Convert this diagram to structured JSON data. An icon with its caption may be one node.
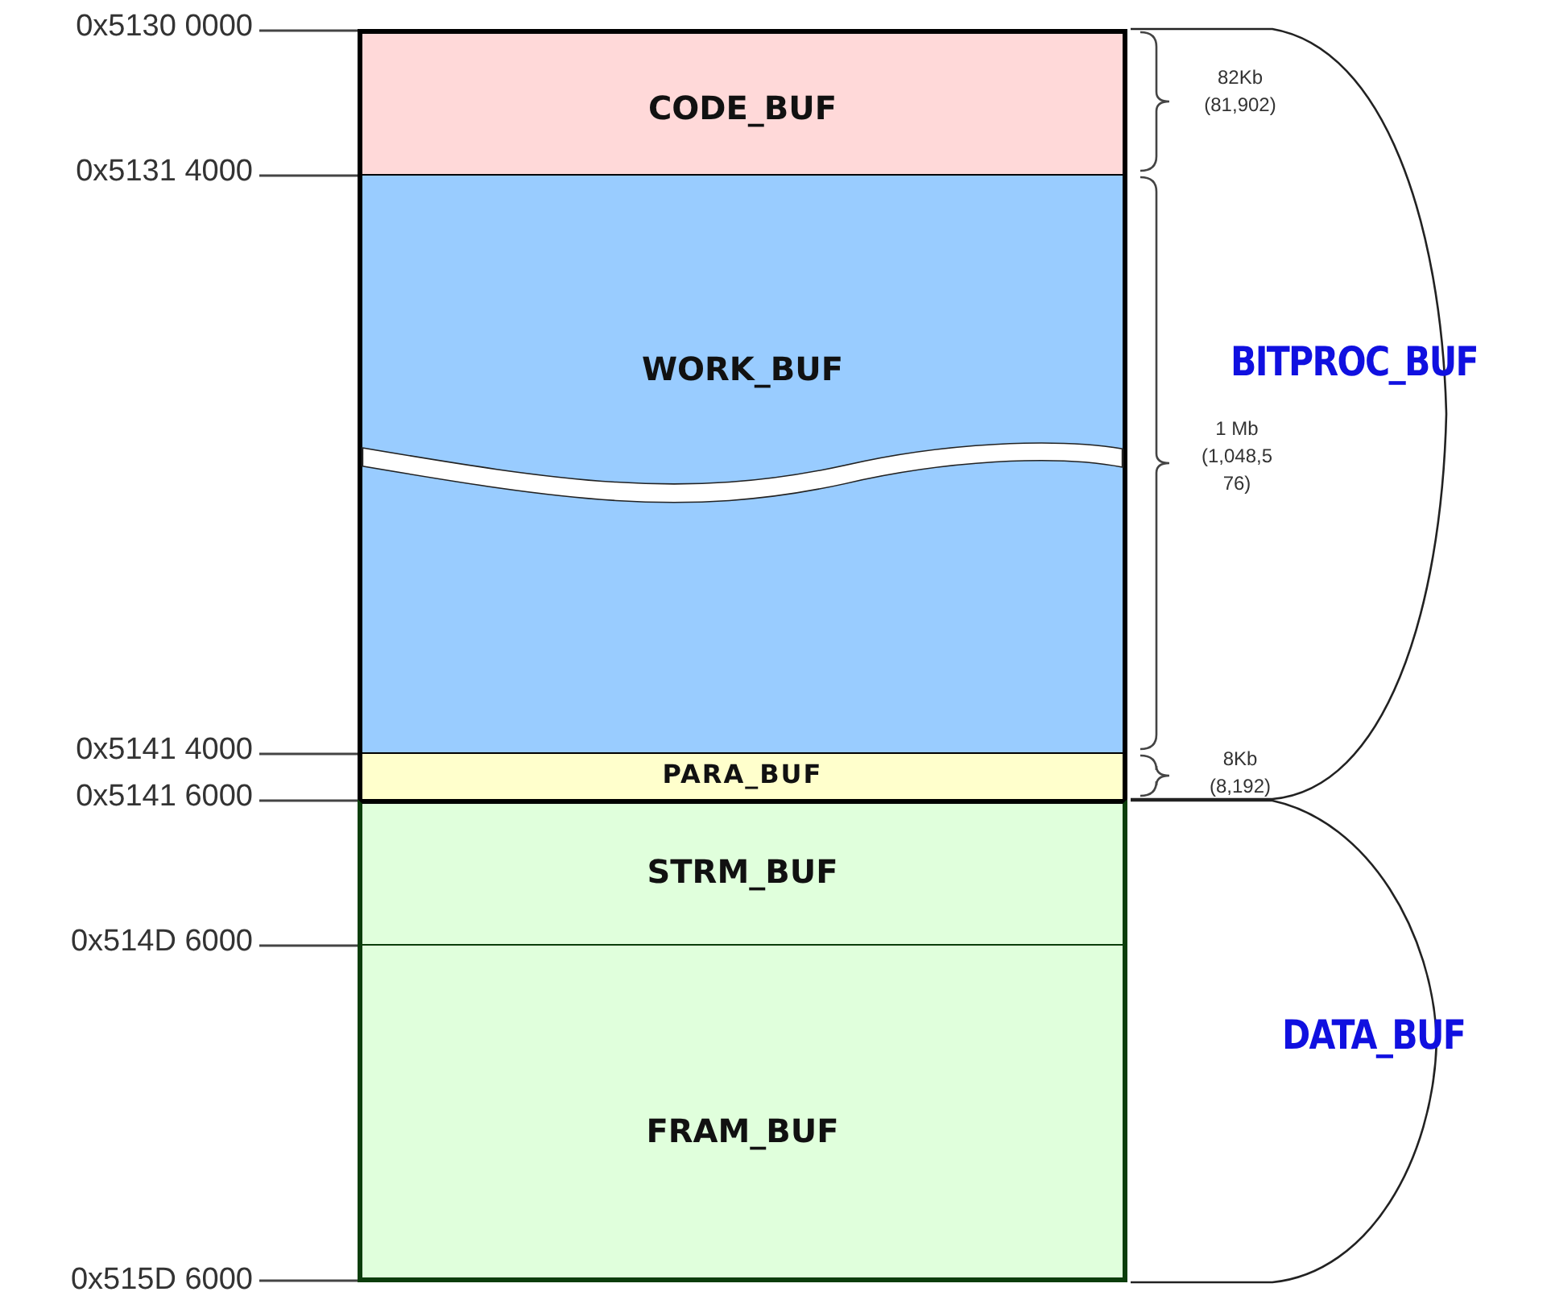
{
  "diagram": {
    "nodes": [
      {
        "text": [
          "CODE_BUF"
        ]
      },
      {
        "text": [
          "WORK_BUF"
        ]
      },
      {
        "text": [
          "PARA_BUF"
        ]
      },
      {
        "text": [
          "STRM_BUF"
        ]
      },
      {
        "text": [
          "FRAM_BUF"
        ]
      },
      {
        "text": [],
        "shape": "wave",
        "in": 1
      },
      {
        "text": [
          "0x5130 0000"
        ]
      },
      {
        "text": [
          "0x5131 4000"
        ]
      },
      {
        "text": [
          "0x5141 4000"
        ]
      },
      {
        "text": [
          "0x5141 6000"
        ]
      },
      {
        "text": [
          "0x514D 6000"
        ]
      },
      {
        "text": [
          "0x515D 6000"
        ]
      }
    ],
    "edges": [
      {
        "from": 6,
        "to": 0,
        "arrow": "none"
      },
      {
        "from": 7,
        "to": 1,
        "arrow": "none"
      },
      {
        "from": 8,
        "to": 2,
        "arrow": "none"
      },
      {
        "from": 9,
        "to": 3,
        "arrow": "none"
      },
      {
        "from": 10,
        "to": 4,
        "arrow": "none"
      },
      {
        "from": 11,
        "to": 4,
        "arrow": "none"
      }
    ],
    "labels": [
      "82Kb (81,902)",
      "BITPROC_BUF",
      "1 Mb (1,048,576)",
      "8Kb (8,192)",
      "DATA_BUF"
    ]
  }
}
